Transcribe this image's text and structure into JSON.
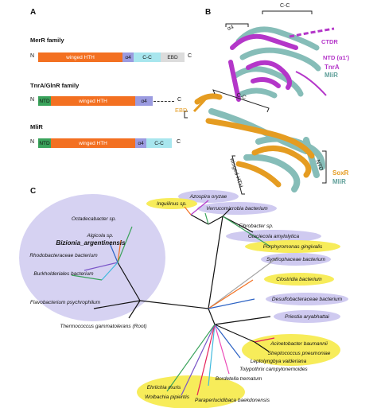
{
  "panels": {
    "a": "A",
    "b": "B",
    "c": "C"
  },
  "panel_a": {
    "merr": {
      "title": "MerR family",
      "n": "N",
      "c": "C",
      "hth": "winged HTH",
      "a4": "α4",
      "cc": "C-C",
      "ebd": "EBD"
    },
    "tnra": {
      "title": "TnrA/GlnR family",
      "n": "N",
      "c": "C",
      "ntd": "NTD",
      "hth": "winged HTH",
      "a4": "α4"
    },
    "mlir": {
      "title": "MliR",
      "n": "N",
      "c": "C",
      "ntd": "NTD",
      "hth": "winged HTH",
      "a4": "α4",
      "cc": "C-C"
    }
  },
  "panel_b": {
    "a4": "α4",
    "cc_top": "C-C",
    "ctdr": "CTDR",
    "ntd_a1": "NTD (α1′)",
    "tnra": "TnrA",
    "mlir_top": "MliR",
    "cc_mid": "C-C",
    "ebd": "EBD",
    "ntd": "NTD",
    "winged_hth": "winged HTH",
    "soxr": "SoxR",
    "mlir_bottom": "MliR"
  },
  "panel_c": {
    "highlight_label": "Bizionia_argentinensis",
    "root": "Thermococcus gammatolerans (Root)",
    "taxa": [
      "Azospira oryzae",
      "Inquilinus sp.",
      "Verrucomicrobia bacterium",
      "Fibrobacter sp.",
      "Octadecabacter sp.",
      "Algicola sp.",
      "Glaciecola amylolytica",
      "Porphyromonas gingivalis",
      "Rhodobacteraceae bacterium",
      "Syntrophaceae bacterium",
      "Burkholderiales bacterium",
      "Clostridia bacterium",
      "Flavobacterium psychrophilum",
      "Desulfobacteraceae bacterium",
      "Priestia aryabhattai",
      "Acinetobacter baumannii",
      "Streptococcus pneumoniae",
      "Leptolyngbya valderiana",
      "Tolypothrix campylonemoides",
      "Bordetella trematum",
      "Ehrlichia muris",
      "Wolbachia pipientis",
      "Paraperlucidibaca baekdonensis"
    ]
  },
  "colors": {
    "orange": "#f37021",
    "green": "#3aa35b",
    "violet": "#9b9be0",
    "cyan": "#a8e6ee",
    "grey": "#dcdcdc",
    "magenta": "#b436c9",
    "gold": "#e59c21",
    "teal": "#86bdb8",
    "lavender": "#cfcaf0",
    "yellow": "#f7ec5a"
  }
}
